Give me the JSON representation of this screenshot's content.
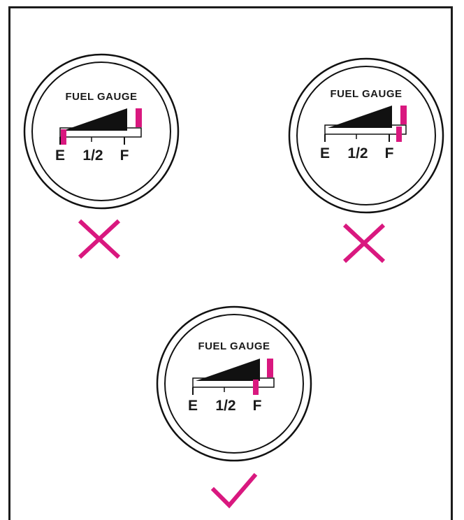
{
  "colors": {
    "accent": "#d9187f",
    "ink": "#111111"
  },
  "gauges": [
    {
      "title": "FUEL GAUGE",
      "labels": {
        "empty": "E",
        "half": "1/2",
        "full": "F"
      },
      "fill_marker": "left-of-E",
      "verdict": "wrong",
      "verdict_icon": "cross-icon"
    },
    {
      "title": "FUEL GAUGE",
      "labels": {
        "empty": "E",
        "half": "1/2",
        "full": "F"
      },
      "fill_marker": "right-of-F",
      "verdict": "wrong",
      "verdict_icon": "cross-icon"
    },
    {
      "title": "FUEL GAUGE",
      "labels": {
        "empty": "E",
        "half": "1/2",
        "full": "F"
      },
      "fill_marker": "at-F",
      "verdict": "correct",
      "verdict_icon": "check-icon"
    }
  ]
}
